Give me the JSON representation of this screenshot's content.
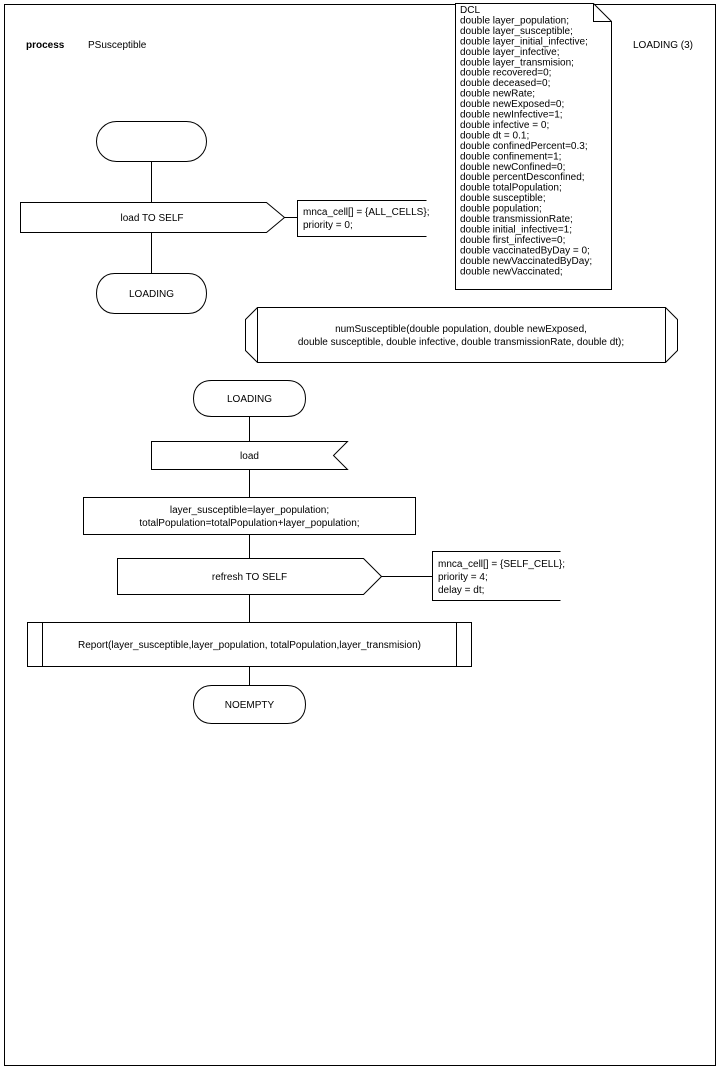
{
  "header": {
    "keyword": "process",
    "process_name": "PSusceptible",
    "page_label": "LOADING (3)"
  },
  "dcl": {
    "lines": [
      "DCL",
      "double layer_population;",
      "double layer_susceptible;",
      "double layer_initial_infective;",
      "double layer_infective;",
      "double layer_transmision;",
      "double recovered=0;",
      "double deceased=0;",
      "double newRate;",
      "double newExposed=0;",
      "double newInfective=1;",
      "double infective = 0;",
      "double dt = 0.1;",
      "double confinedPercent=0.3;",
      "double confinement=1;",
      "double newConfined=0;",
      "double percentDesconfined;",
      "double totalPopulation;",
      "double susceptible;",
      "double population;",
      "double transmissionRate;",
      "double initial_infective=1;",
      "double first_infective=0;",
      "double vaccinatedByDay = 0;",
      "double newVaccinatedByDay;",
      "double newVaccinated;"
    ]
  },
  "start_section": {
    "output_signal": "load TO SELF",
    "output_params": [
      "mnca_cell[] = {ALL_CELLS};",
      "priority = 0;"
    ],
    "next_state": "LOADING"
  },
  "procedure_decl": {
    "lines": [
      "numSusceptible(double population, double newExposed,",
      "double susceptible, double infective, double transmissionRate, double dt);"
    ]
  },
  "loading_section": {
    "state": "LOADING",
    "input_signal": "load",
    "task_lines": [
      "layer_susceptible=layer_population;",
      "totalPopulation=totalPopulation+layer_population;"
    ],
    "output_signal": "refresh TO SELF",
    "output_params": [
      "mnca_cell[] = {SELF_CELL};",
      "priority = 4;",
      "delay = dt;"
    ],
    "procedure_call": "Report(layer_susceptible,layer_population, totalPopulation,layer_transmision)",
    "next_state": "NOEMPTY"
  }
}
